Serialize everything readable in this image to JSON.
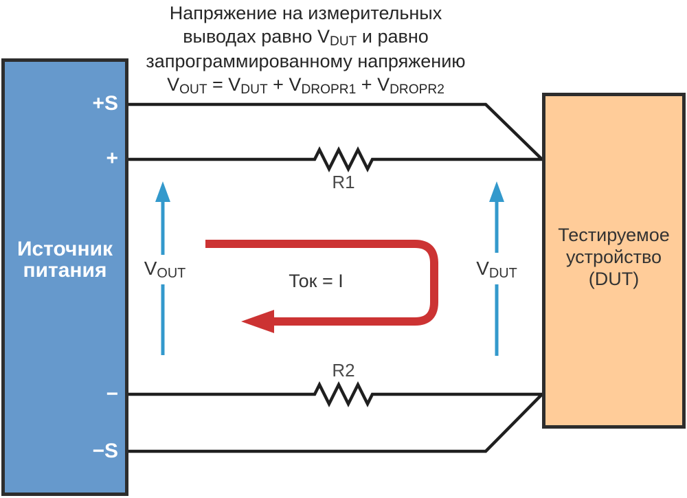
{
  "annotation": {
    "line1": "Напряжение на измерительных",
    "line2_pre": "выводах равно V",
    "line2_sub": "DUT",
    "line2_post": " и равно",
    "line3": "запрограммированному напряжению",
    "formula": {
      "seg1": "V",
      "sub1": "OUT",
      "seg2": " = V",
      "sub2": "DUT",
      "seg3": " + V",
      "sub3": "DROPR1",
      "seg4": " + V",
      "sub4": "DROPR2"
    }
  },
  "power_supply": {
    "name_line1": "Источник",
    "name_line2": "питания",
    "terminals": {
      "plus_sense": "+S",
      "plus": "+",
      "minus": "−",
      "minus_sense": "−S"
    }
  },
  "dut": {
    "name_line1": "Тестируемое",
    "name_line2": "устройство",
    "name_line3": "(DUT)"
  },
  "resistors": {
    "r1": "R1",
    "r2": "R2"
  },
  "voltages": {
    "vout_main": "V",
    "vout_sub": "OUT",
    "vdut_main": "V",
    "vdut_sub": "DUT"
  },
  "current": {
    "label": "Ток = I"
  },
  "colors": {
    "wire": "#1f1f1f",
    "box-border": "#2d2d2d",
    "psu-fill": "#6699cc",
    "dut-fill": "#ffcc99",
    "arrow-blue": "#3399cc",
    "loop-red": "#cc3333",
    "text-dark": "#262626",
    "text-gray": "#4a4a4a",
    "text-white": "#ffffff"
  }
}
